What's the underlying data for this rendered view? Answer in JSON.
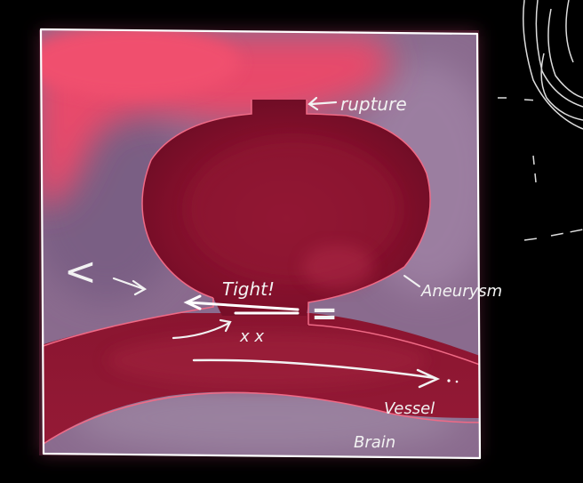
{
  "diagram": {
    "labels": {
      "rupture": "rupture",
      "tight": "Tight!",
      "aneurysm": "Aneurysm",
      "vessel": "Vessel",
      "brain": "Brain",
      "less_than": "<",
      "equals": "=",
      "marks": "x x"
    },
    "colors": {
      "background": "#000000",
      "brain_tissue": "#8a6b8e",
      "blood": "#8e1430",
      "blood_highlight": "#e84a6a",
      "outline": "#ffffff",
      "vessel_wall": "#f06a86"
    }
  }
}
